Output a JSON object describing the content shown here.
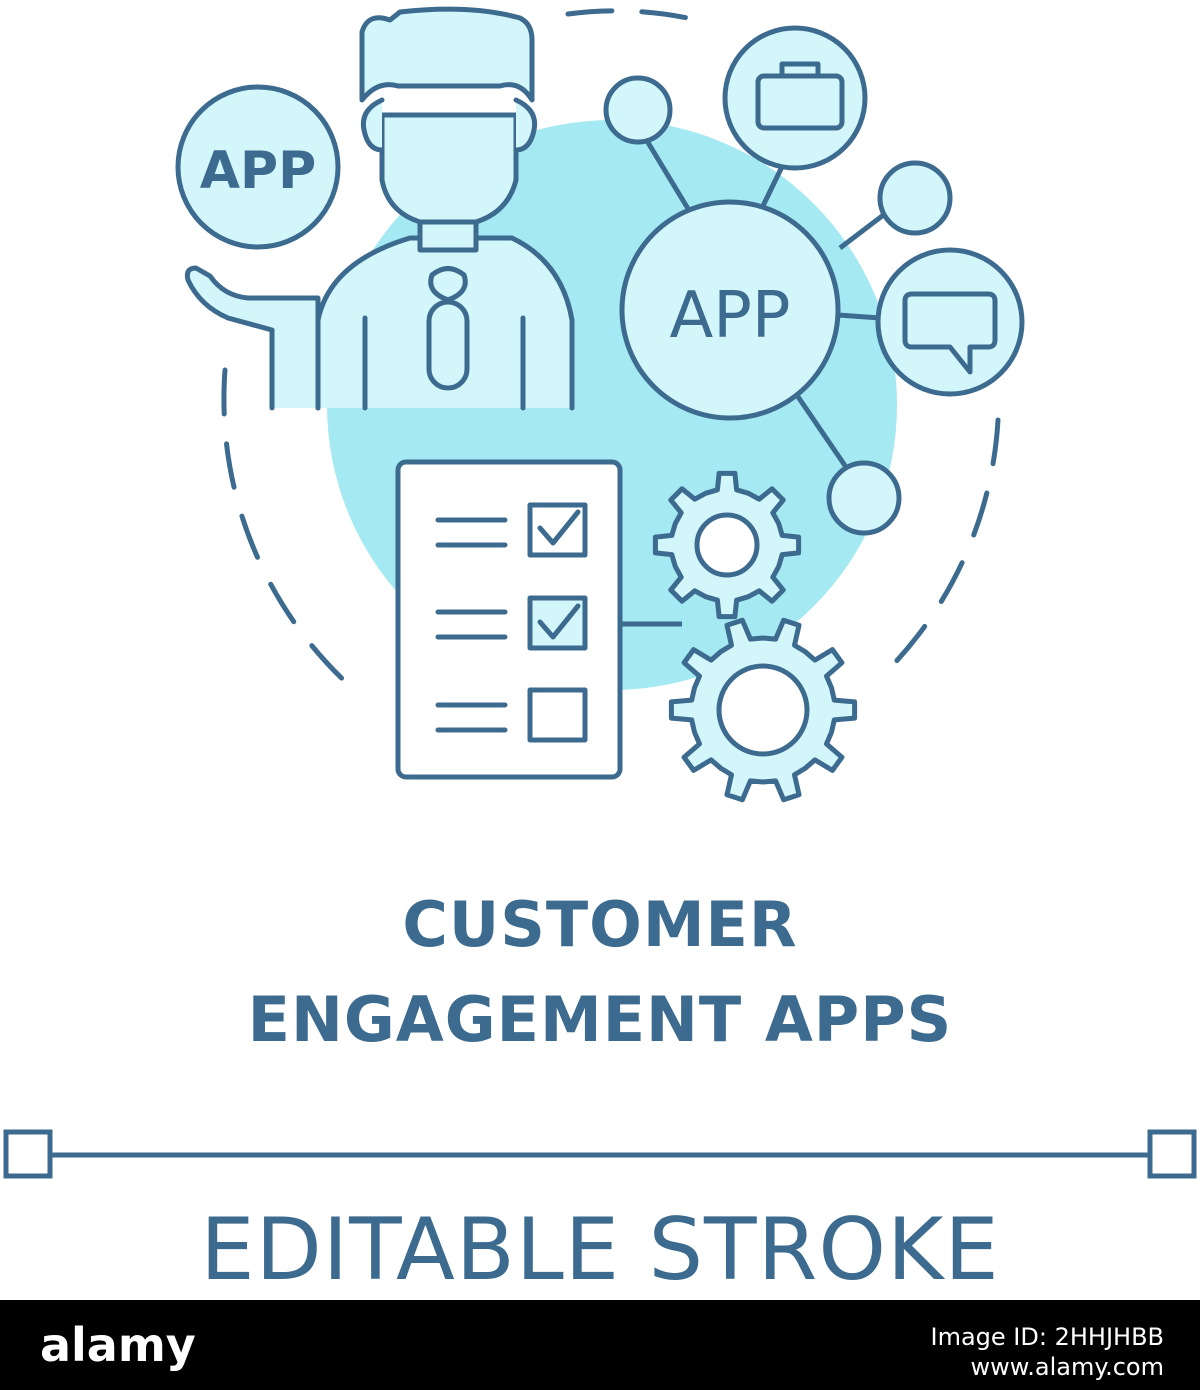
{
  "colors": {
    "stroke": "#3c6b8f",
    "fill_light": "#d3f6fb",
    "fill_blob": "#a5e9f2",
    "background": "#ffffff",
    "watermark_bar": "#000000",
    "watermark_text": "#ffffff"
  },
  "icons": {
    "person": "person-icon",
    "app_bubble": "app-bubble-icon",
    "briefcase": "briefcase-icon",
    "chat": "chat-bubble-icon",
    "checklist": "checklist-icon",
    "gears": "gears-icon"
  },
  "bubbles": {
    "left_app_label": "APP",
    "center_app_label": "APP"
  },
  "checklist": {
    "items_checked": [
      true,
      true,
      false
    ]
  },
  "title": {
    "line1": "CUSTOMER",
    "line2": "ENGAGEMENT APPS"
  },
  "footer": {
    "editable_label": "EDITABLE STROKE"
  },
  "watermark": {
    "logo": "alamy",
    "image_id": "Image ID: 2HHJHBB",
    "site": "www.alamy.com"
  }
}
